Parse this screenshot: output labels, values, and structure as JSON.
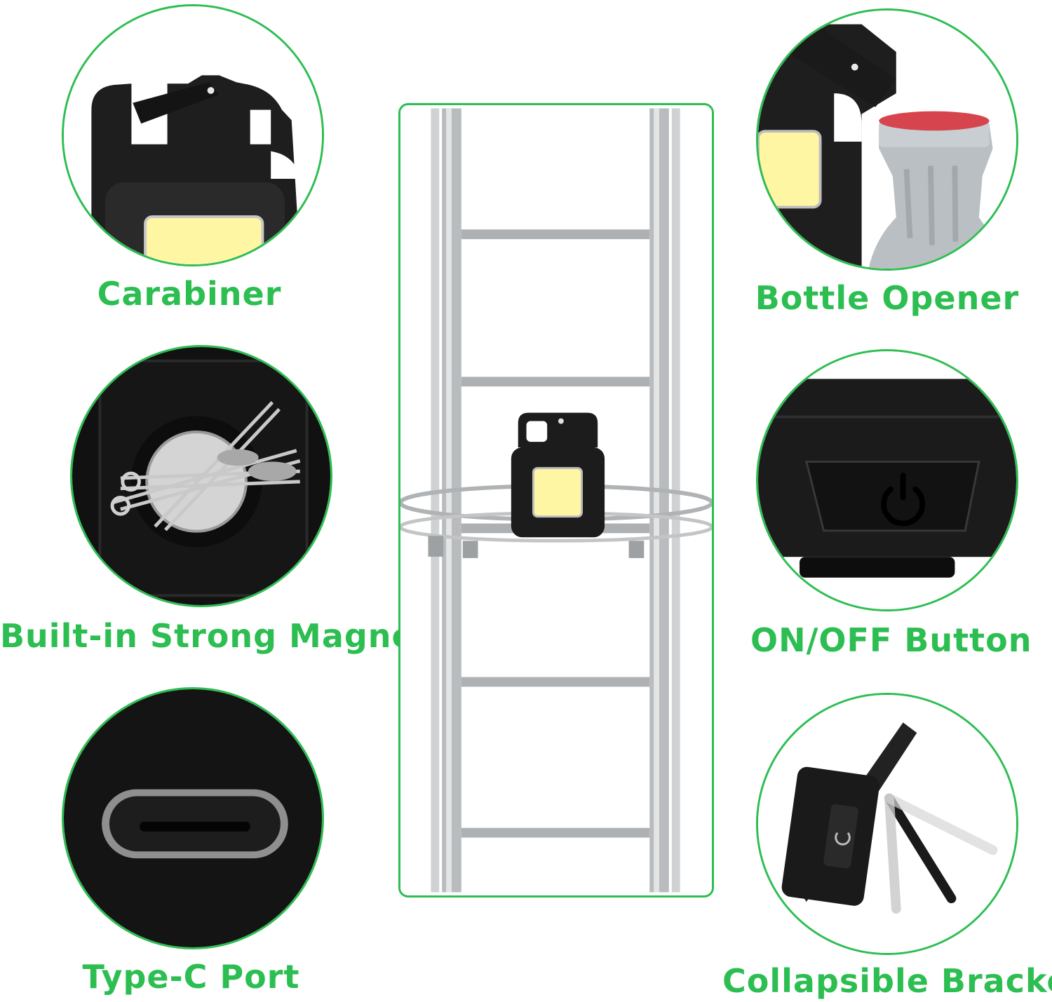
{
  "features": {
    "carabiner": "Carabiner",
    "bottle_opener": "Bottle Opener",
    "magnet": "Built-in Strong Magnet",
    "button": "ON/OFF Button",
    "typec": "Type-C Port",
    "bracket": "Collapsible Bracket"
  },
  "colors": {
    "accent": "#2dbe52",
    "device": "#1c1c1c",
    "cob_light": "#fff6a3"
  }
}
